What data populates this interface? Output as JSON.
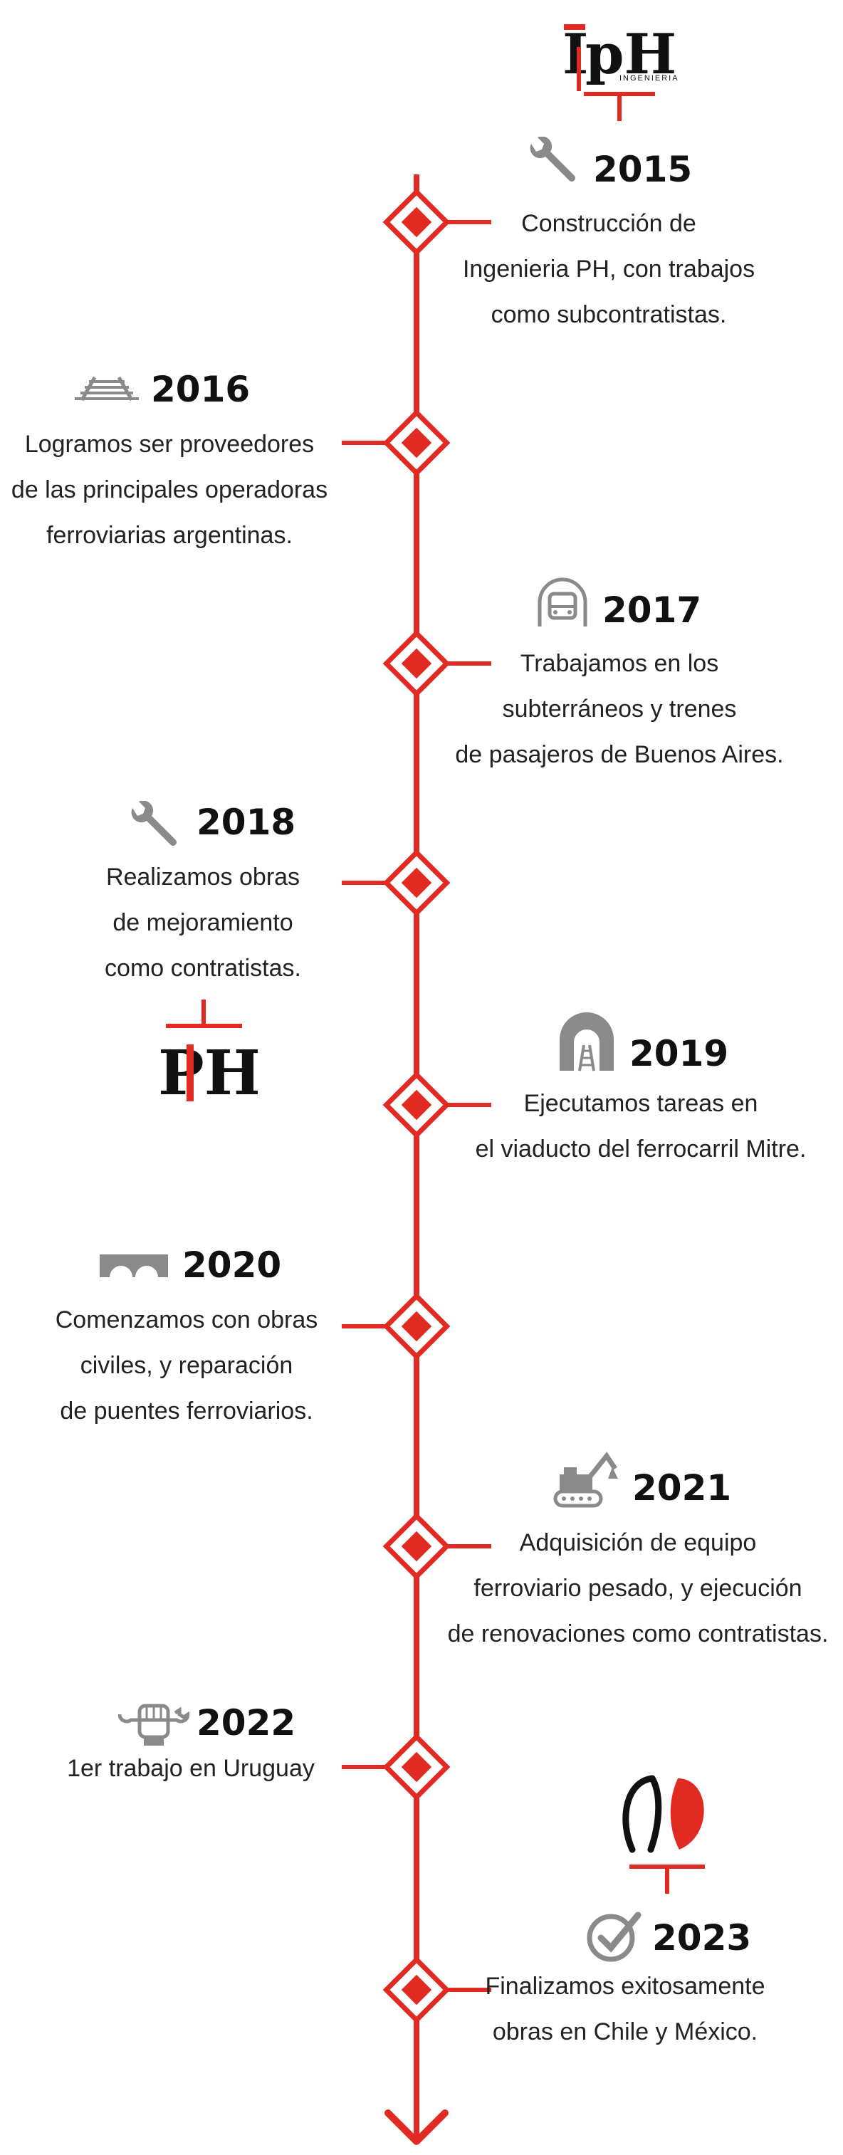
{
  "colors": {
    "accent": "#e02a22",
    "icon_gray": "#8a8a8a",
    "text": "#222222"
  },
  "logo": {
    "letters": "IpH",
    "subtitle": "INGENIERIA"
  },
  "events": [
    {
      "year": "2015",
      "side": "right",
      "icon": "wrench-icon",
      "text": "Construcción de\nIngenieria PH, con trabajos\ncomo subcontratistas."
    },
    {
      "year": "2016",
      "side": "left",
      "icon": "rail-track-icon",
      "text": "Logramos ser proveedores\nde las principales operadoras\nferroviarias argentinas."
    },
    {
      "year": "2017",
      "side": "right",
      "icon": "train-tunnel-icon",
      "text": "Trabajamos en los\nsubterráneos y trenes\nde pasajeros de Buenos Aires."
    },
    {
      "year": "2018",
      "side": "left",
      "icon": "wrench-icon",
      "text": "Realizamos obras\nde mejoramiento\ncomo contratistas."
    },
    {
      "year": "2019",
      "side": "right",
      "icon": "tunnel-track-icon",
      "text": "Ejecutamos tareas en\nel viaducto del ferrocarril Mitre."
    },
    {
      "year": "2020",
      "side": "left",
      "icon": "bridge-icon",
      "text": "Comenzamos con obras\nciviles, y reparación\nde puentes ferroviarios."
    },
    {
      "year": "2021",
      "side": "right",
      "icon": "excavator-icon",
      "text": "Adquisición de equipo\nferroviario pesado, y ejecución\nde renovaciones como contratistas."
    },
    {
      "year": "2022",
      "side": "left",
      "icon": "fist-wrench-icon",
      "text": "1er trabajo en Uruguay"
    },
    {
      "year": "2023",
      "side": "right",
      "icon": "check-circle-icon",
      "text": "Finalizamos exitosamente\nobras en Chile y México."
    }
  ],
  "decor": {
    "ph_logo": "PH",
    "ch_mx_logo": "chile-mexico-logo-icon"
  }
}
